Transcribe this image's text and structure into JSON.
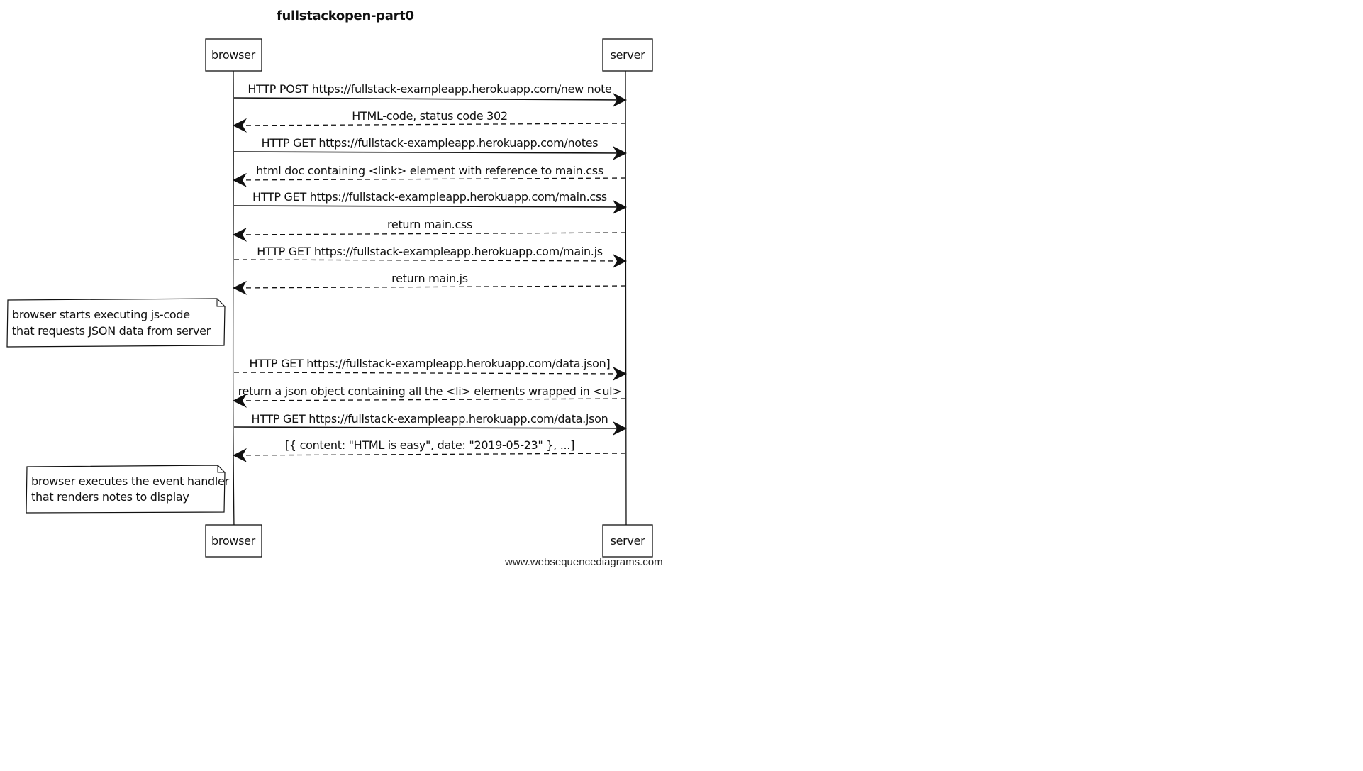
{
  "diagram": {
    "title": "fullstackopen-part0",
    "participants": [
      "browser",
      "server"
    ],
    "messages": [
      {
        "from": "browser",
        "to": "server",
        "style": "solid",
        "label": "HTTP POST https://fullstack-exampleapp.herokuapp.com/new note"
      },
      {
        "from": "server",
        "to": "browser",
        "style": "dashed",
        "label": "HTML-code, status code 302"
      },
      {
        "from": "browser",
        "to": "server",
        "style": "solid",
        "label": "HTTP GET https://fullstack-exampleapp.herokuapp.com/notes"
      },
      {
        "from": "server",
        "to": "browser",
        "style": "dashed",
        "label": "html doc containing <link> element with reference to main.css"
      },
      {
        "from": "browser",
        "to": "server",
        "style": "solid",
        "label": "HTTP GET https://fullstack-exampleapp.herokuapp.com/main.css"
      },
      {
        "from": "server",
        "to": "browser",
        "style": "dashed",
        "label": "return main.css"
      },
      {
        "from": "browser",
        "to": "server",
        "style": "dashed",
        "label": "HTTP GET https://fullstack-exampleapp.herokuapp.com/main.js"
      },
      {
        "from": "server",
        "to": "browser",
        "style": "dashed",
        "label": "return main.js"
      },
      {
        "from": "browser",
        "to": "server",
        "style": "dashed",
        "label": "HTTP GET https://fullstack-exampleapp.herokuapp.com/data.json]"
      },
      {
        "from": "server",
        "to": "browser",
        "style": "dashed",
        "label": "return a json object containing all the <li> elements wrapped in <ul>"
      },
      {
        "from": "browser",
        "to": "server",
        "style": "solid",
        "label": "HTTP GET https://fullstack-exampleapp.herokuapp.com/data.json"
      },
      {
        "from": "server",
        "to": "browser",
        "style": "dashed",
        "label": "[{ content: \"HTML is easy\", date: \"2019-05-23\" }, ...]"
      }
    ],
    "notes": [
      {
        "side": "left-of-browser",
        "lines": [
          "browser starts executing js-code",
          "that requests JSON data from server"
        ]
      },
      {
        "side": "left-of-browser",
        "lines": [
          "browser executes the event handler",
          "that renders notes to display"
        ]
      }
    ],
    "watermark": "www.websequencediagrams.com"
  }
}
